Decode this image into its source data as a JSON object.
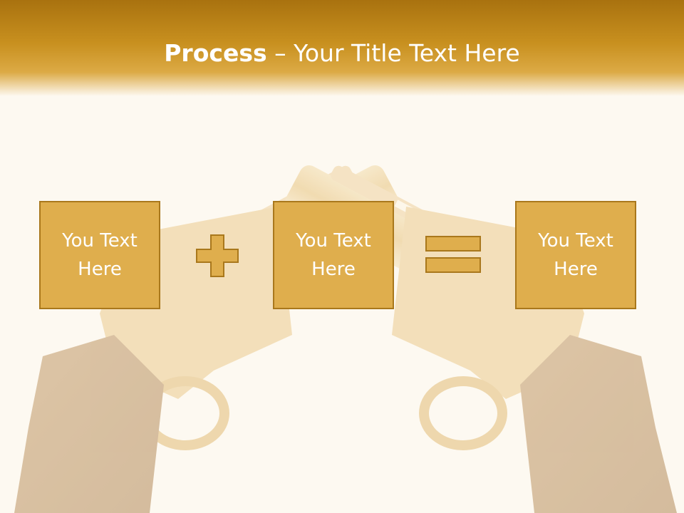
{
  "slide": {
    "title_bold": "Process",
    "title_rest": " – Your Title Text Here"
  },
  "boxes": [
    {
      "text": "You Text Here"
    },
    {
      "text": "You Text Here"
    },
    {
      "text": "You Text Here"
    }
  ],
  "operators": [
    {
      "name": "plus-icon"
    },
    {
      "name": "equals-icon"
    }
  ],
  "colors": {
    "header": "#c8901f",
    "box_fill": "#dfae4d",
    "box_border": "#a9781c",
    "background": "#fdf9f1"
  }
}
